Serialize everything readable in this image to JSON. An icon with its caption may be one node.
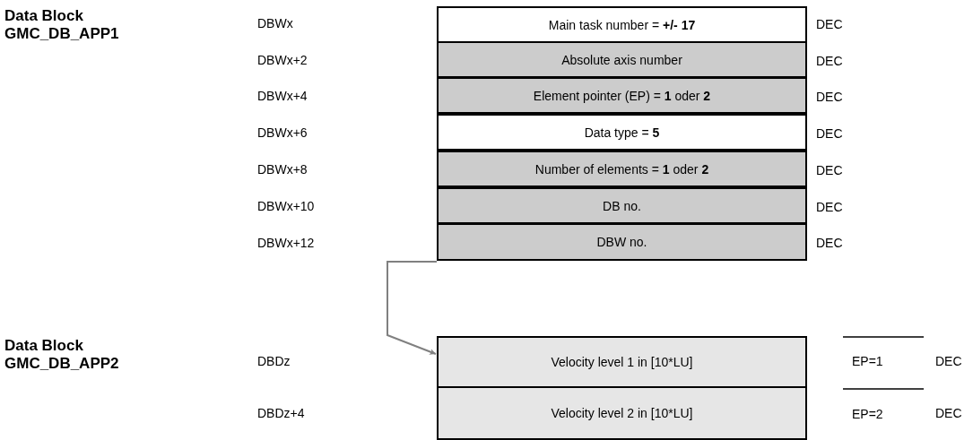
{
  "diagram": {
    "nodes": [
      {
        "text": [
          "Main task number = **+/- 17**"
        ],
        "beside": [
          "DEC"
        ]
      },
      {
        "text": [
          "Absolute axis number"
        ],
        "beside": [
          "DEC"
        ]
      },
      {
        "text": [
          "Element pointer (EP) = **1** oder **2**"
        ],
        "beside": [
          "DEC"
        ]
      },
      {
        "text": [
          "Data type = **5**"
        ],
        "beside": [
          "DEC"
        ]
      },
      {
        "text": [
          "Number of elements = **1** oder **2**"
        ],
        "beside": [
          "DEC"
        ]
      },
      {
        "text": [
          "DB no."
        ],
        "beside": [
          "DEC"
        ]
      },
      {
        "text": [
          "DBW no."
        ],
        "beside": [
          "DEC"
        ]
      },
      {
        "text": [
          "Velocity level 1 in [10*LU]"
        ],
        "beside": [
          "EP=1"
        ]
      },
      {
        "text": [
          "Velocity level 2 in [10*LU]"
        ],
        "beside": [
          "EP=2"
        ]
      }
    ],
    "edges": [
      {
        "from": 6,
        "to": 7,
        "arrow": "to",
        "color": "#808080"
      }
    ],
    "labels": [
      "Data Block GMC_DB_APP1",
      "DBWx",
      "DBWx+2",
      "DBWx+4",
      "DBWx+6",
      "DBWx+8",
      "DBWx+10",
      "DBWx+12",
      "Data Block GMC_DB_APP2",
      "DBDz",
      "DEC",
      "DBDz+4",
      "DEC"
    ]
  }
}
